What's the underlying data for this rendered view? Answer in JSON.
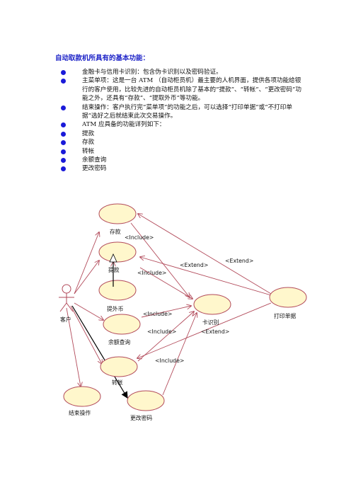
{
  "heading": "自动取款机所具有的基本功能：",
  "paragraphs": [
    "金融卡与信用卡识别：包含伪卡识别以及密码验证。",
    "主菜单项：这是一台 ATM （自动柜员机）最主要的人机界面，提供各项功能给银行的客户使用，比较先进的自动柜员机除了基本的“提款”、“转帐”、“更改密码”功能之外，还具有“存款”、“提取外币”等功能。",
    "结束操作：客户执行完“菜单项”的功能之后，可以选择“打印单据”或“不打印单据”选好之后就结束此次交易操作。",
    "ATM 应具备的功能详列如下："
  ],
  "functions": [
    "提款",
    "存款",
    "转帐",
    "余额查询",
    "更改密码"
  ],
  "diagram": {
    "actor": "客户",
    "use_cases": {
      "deposit": "存款",
      "withdraw": "提款",
      "foreign": "提外币",
      "balance": "余额查询",
      "transfer": "转帐",
      "end": "结束操作",
      "password": "更改密码",
      "card": "卡识别",
      "print": "打印单据"
    },
    "relations": {
      "include": "<Include>",
      "extend": "<Extend>"
    }
  }
}
